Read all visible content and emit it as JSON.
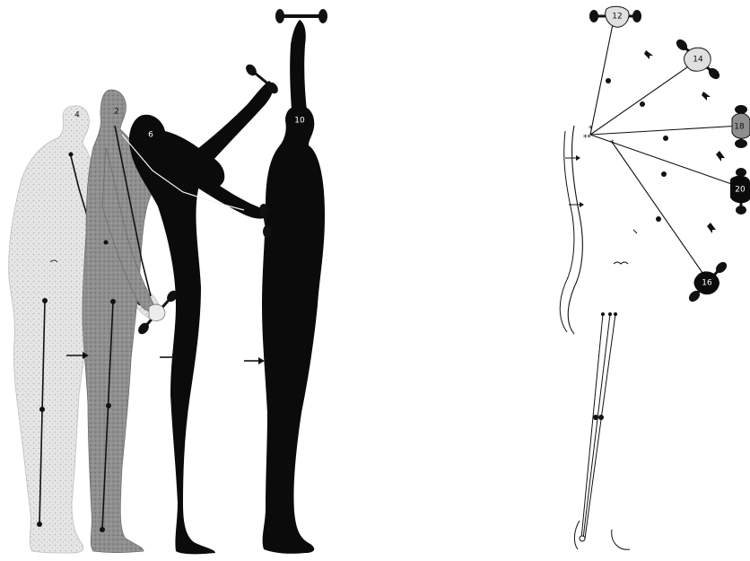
{
  "colors": {
    "background": "#ffffff",
    "figure_light": "#e6e6e6",
    "figure_light_speckle": "#bdbdbd",
    "figure_mid": "#8f8f8f",
    "figure_mid_speckle": "#6c6c6c",
    "figure_dark": "#0b0b0b",
    "line": "#111111"
  },
  "left_panel": {
    "figures": [
      {
        "label": "4"
      },
      {
        "label": "2"
      },
      {
        "label": "6"
      },
      {
        "label": "10"
      }
    ]
  },
  "right_panel": {
    "weights": [
      {
        "label": "12"
      },
      {
        "label": "14"
      },
      {
        "label": "18"
      },
      {
        "label": "20"
      },
      {
        "label": "16"
      }
    ]
  }
}
